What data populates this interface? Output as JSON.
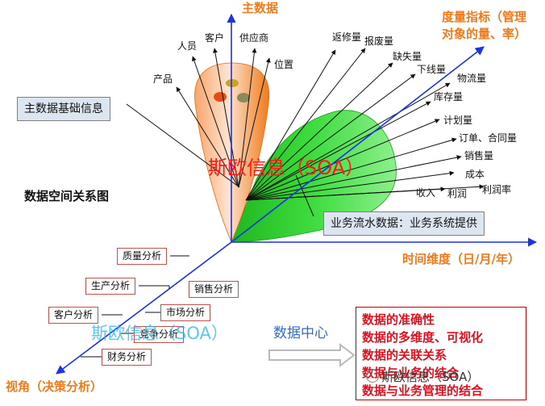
{
  "axes": {
    "master_data": "主数据",
    "metrics": [
      "度量指标（管理",
      "对象的量、率）"
    ],
    "time_dimension": "时间维度（日/月/年）",
    "perspective": "视角（决策分析）"
  },
  "diagram_title": "数据空间关系图",
  "master_items": [
    "产品",
    "人员",
    "客户",
    "供应商",
    "位置"
  ],
  "metric_items": [
    "返修量",
    "报废量",
    "缺失量",
    "下线量",
    "物流量",
    "库存量",
    "计划量",
    "订单、合同量",
    "销售量",
    "成本",
    "收入",
    "利润",
    "利润率"
  ],
  "callouts": {
    "master_info": "主数据基础信息",
    "business_flow": "业务流水数据：业务系统提供"
  },
  "center_text": "斯欧信息（SOA）",
  "analysis_boxes": [
    "质量分析",
    "生产分析",
    "销售分析",
    "客户分析",
    "市场分析",
    "竞争分析",
    "财务分析"
  ],
  "watermark": "斯欧信息（SOA）",
  "data_center": "数据中心",
  "summary_items": [
    "数据的准确性",
    "数据的多维度、可视化",
    "数据的关联关系",
    "数据与业务的结合",
    "数据与业务管理的结合"
  ],
  "corner_mark": "斯欧信息（SOA）",
  "colors": {
    "orange": "#f07a1a",
    "axis_blue": "#1b33e0",
    "green": "#2fcf2f",
    "red_text": "#e0101e"
  }
}
